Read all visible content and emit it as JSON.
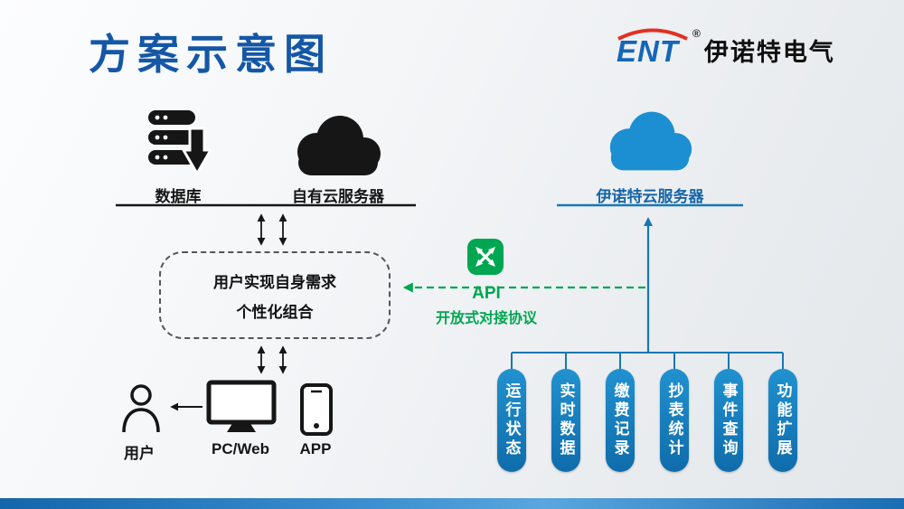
{
  "title": "方案示意图",
  "brand": {
    "logo": "ENT",
    "registered": "®",
    "company": "伊诺特电气"
  },
  "left": {
    "database_label": "数据库",
    "own_cloud_label": "自有云服务器",
    "needs_line1": "用户实现自身需求",
    "needs_line2": "个性化组合",
    "user_label": "用户",
    "pc_label": "PC/Web",
    "app_label": "APP"
  },
  "right": {
    "cloud_label": "伊诺特云服务器",
    "api_label": "API",
    "api_protocol_label": "开放式对接协议",
    "capsules": [
      "运行状态",
      "实时数据",
      "缴费记录",
      "抄表统计",
      "事件查询",
      "功能扩展"
    ]
  },
  "colors": {
    "title_blue": "#1457a6",
    "brand_blue": "#1466b8",
    "brand_red": "#e23023",
    "cloud_blue": "#1b8fd2",
    "line_blue": "#1777b4",
    "capsule_blue": "#0f6cab",
    "api_green": "#00a651",
    "ink_black": "#161616"
  }
}
